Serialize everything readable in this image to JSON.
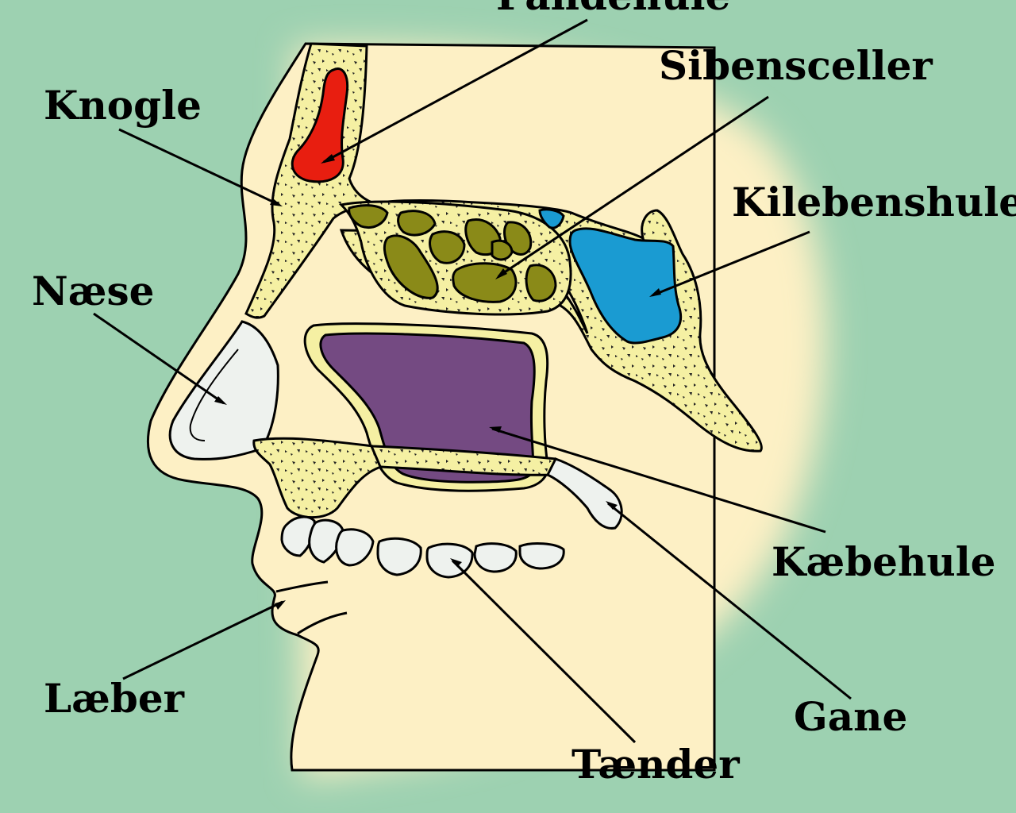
{
  "colors": {
    "background": "#9dd1b1",
    "head": "#fdf0c5",
    "bone": "#f5f0a3",
    "frontal_sinus": "#e81e10",
    "ethmoid_cells": "#8a8a18",
    "sphenoid_sinus": "#1a9bd2",
    "maxillary_sinus": "#744a82",
    "cartilage_teeth": "#eef2ee"
  },
  "labels": {
    "frontal": "Pandehule",
    "bone": "Knogle",
    "ethmoid": "Sibensceller",
    "sphenoid": "Kilebenshule",
    "nose": "Næse",
    "maxillary": "Kæbehule",
    "lips": "Læber",
    "palate": "Gane",
    "teeth": "Tænder"
  }
}
